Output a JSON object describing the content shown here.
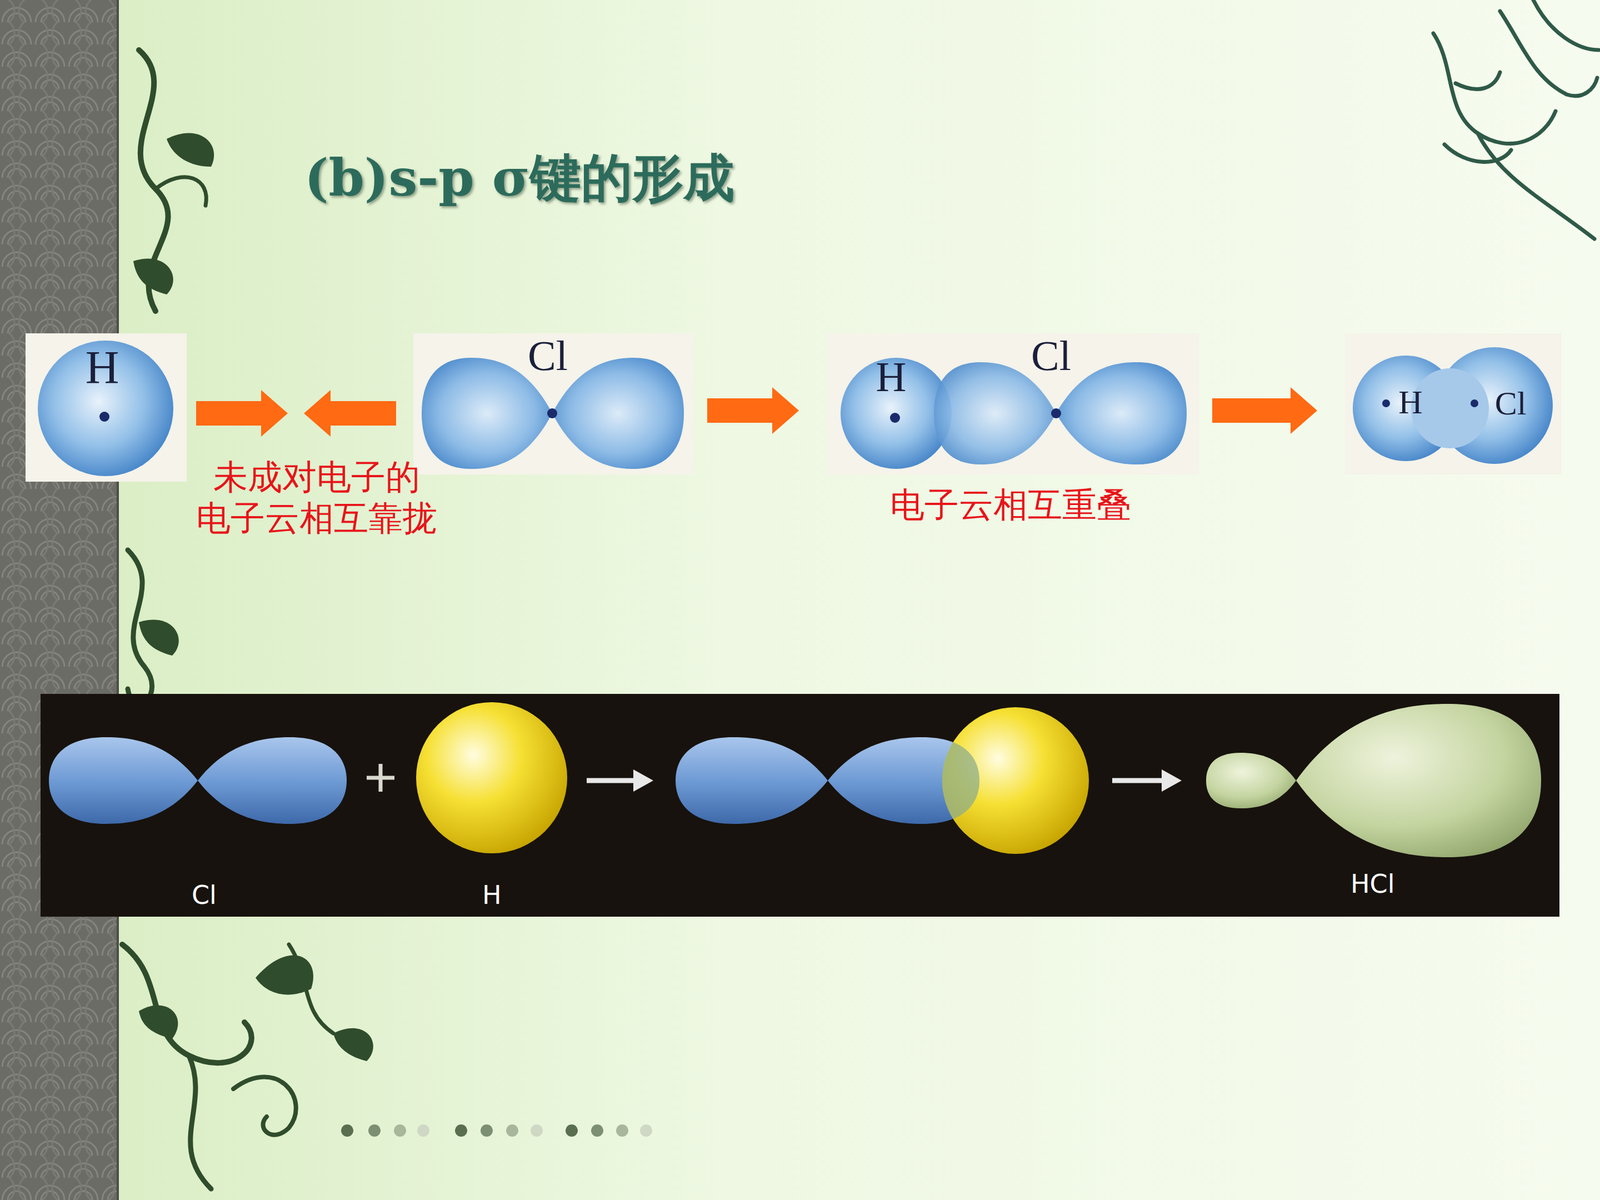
{
  "diagram": {
    "title": "(b)s-p σ键的形成",
    "nodes": [
      {
        "text": [
          "H"
        ]
      },
      {
        "text": [
          "Cl"
        ]
      },
      {
        "text": [
          "H",
          "Cl"
        ]
      },
      {
        "text": [
          "H",
          "Cl"
        ]
      }
    ],
    "edges": [
      {
        "from": 1,
        "to": 2,
        "arrow": "to"
      },
      {
        "from": 2,
        "to": 3,
        "arrow": "to"
      }
    ],
    "labels": [
      "未成对电子的 电子云相互靠拢",
      "电子云相互重叠",
      "Cl",
      "H",
      "HCl"
    ]
  }
}
